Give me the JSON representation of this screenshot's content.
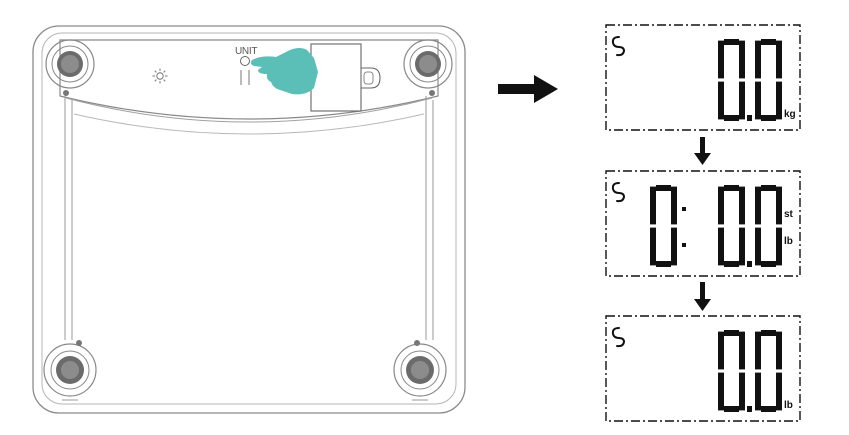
{
  "scale": {
    "unit_label": "UNIT"
  },
  "colors": {
    "hand": "#5bbfb8",
    "outline": "#8a8a8a",
    "ink": "#111111"
  },
  "icons": {
    "sun": "sun-icon",
    "hand": "pointing-hand-icon",
    "arrow": "arrow-right-icon",
    "down_arrow": "arrow-down-icon",
    "lcd_mode": "lcd-mode-icon"
  },
  "displays": [
    {
      "reading": "0.0",
      "unit": "kg",
      "has_st": false
    },
    {
      "reading_st": "0",
      "reading": "0.0",
      "unit_top": "st",
      "unit": "lb",
      "has_st": true
    },
    {
      "reading": "0.0",
      "unit": "lb",
      "has_st": false
    }
  ]
}
